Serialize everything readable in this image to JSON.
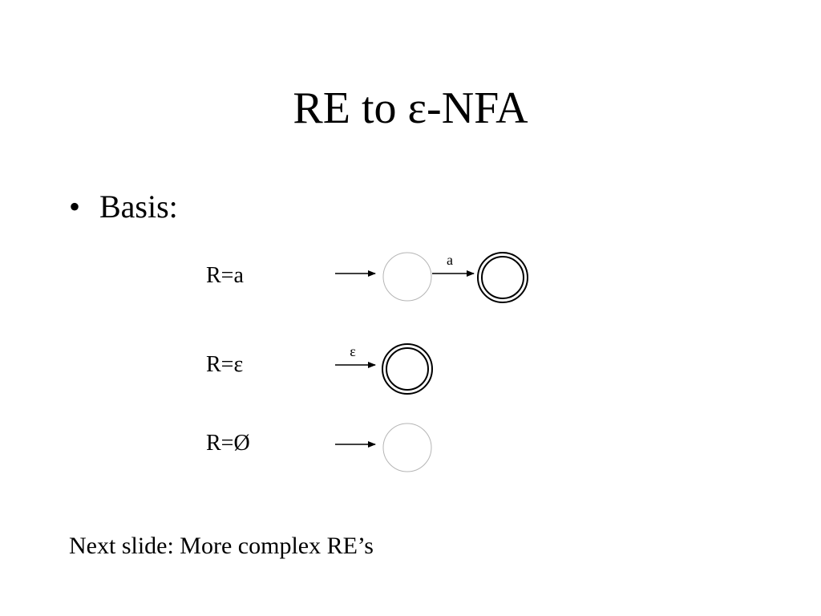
{
  "slide": {
    "title": "RE to ε-NFA",
    "bullet_marker": "•",
    "bullet_text": "Basis:",
    "cases": [
      {
        "label": "R=a",
        "transition_label": "a"
      },
      {
        "label": "R=ε",
        "transition_label": "ε"
      },
      {
        "label": "R=Ø"
      }
    ],
    "footer": "Next slide: More complex RE’s"
  }
}
